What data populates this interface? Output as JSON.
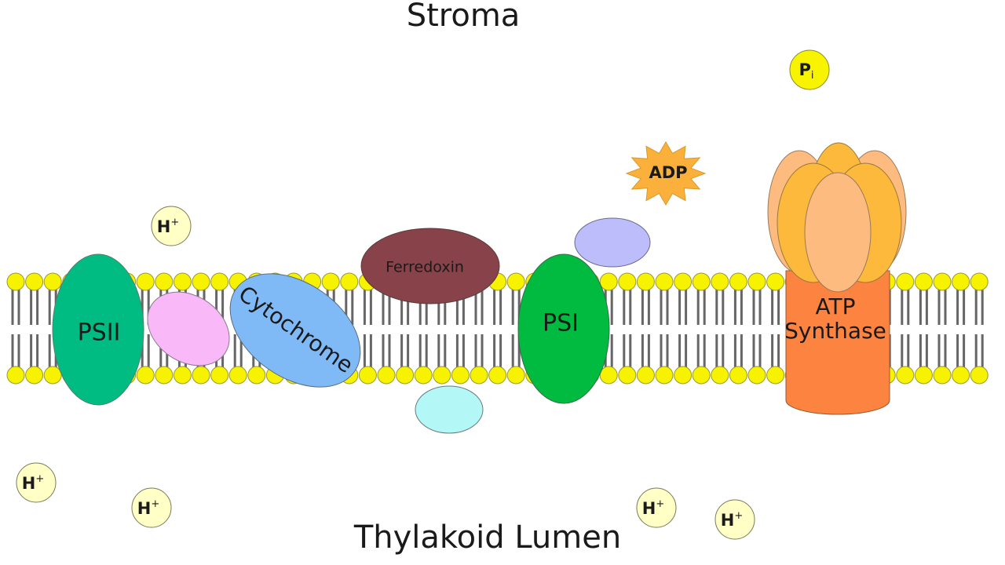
{
  "regions": {
    "stroma": "Stroma",
    "lumen": "Thylakoid Lumen"
  },
  "proteins": {
    "psii": "PSII",
    "cytochrome": "Cytochrome",
    "ferredoxin": "Ferredoxin",
    "psi": "PSI",
    "atp_synthase_line1": "ATP",
    "atp_synthase_line2": "Synthase"
  },
  "molecules": {
    "adp": "ADP",
    "pi_base": "P",
    "pi_sub": "i"
  },
  "ions": {
    "stroma_h": {
      "base": "H",
      "sup": "+"
    },
    "lumen_h": [
      {
        "base": "H",
        "sup": "+"
      },
      {
        "base": "H",
        "sup": "+"
      },
      {
        "base": "H",
        "sup": "+"
      },
      {
        "base": "H",
        "sup": "+"
      }
    ]
  },
  "colors": {
    "lipid_head": "#f7f300",
    "lipid_tail": "#666666",
    "psii": "#00bc82",
    "plastocyanin_like": "#f9b8f7",
    "cytochrome": "#7fbaf7",
    "ferredoxin": "#87424a",
    "lumen_carrier": "#b3f7f7",
    "psi": "#00bb40",
    "stroma_carrier": "#bdbdfb",
    "adp": "#fbb03c",
    "atp_stalk": "#fd8340",
    "atp_head_outer": "#fdbb80",
    "atp_head_mid": "#fcb93c",
    "h_ion": "#ffffc6",
    "pi": "#f8f300"
  }
}
